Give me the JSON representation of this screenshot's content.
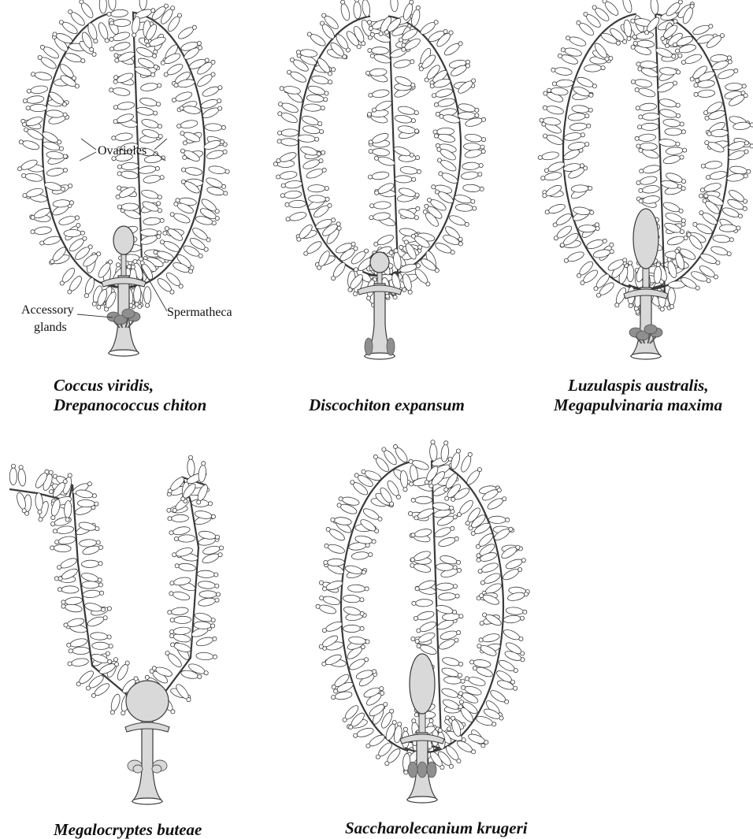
{
  "colors": {
    "background": "#ffffff",
    "outline": "#3a3a3a",
    "ovariole_fill": "#ffffff",
    "duct_fill": "#d9d9d9",
    "gland_fill": "#8f8f8f"
  },
  "labels": {
    "ovarioles": "Ovarioles",
    "accessory_glands": "Accessory\nglands",
    "spermatheca": "Spermatheca"
  },
  "panels": [
    {
      "name": "coccus-viridis",
      "caption": [
        "Coccus viridis,",
        "Drepanococcus chiton"
      ],
      "shape": "oval",
      "spermatheca": "medium",
      "glands": "mushroom-cluster"
    },
    {
      "name": "discochiton-expansum",
      "caption": [
        "Discochiton expansum"
      ],
      "shape": "oval",
      "spermatheca": "small-round",
      "glands": "basal-lateral-pair"
    },
    {
      "name": "luzulaspis-australis",
      "caption": [
        "Luzulaspis australis,",
        "Megapulvinaria maxima"
      ],
      "shape": "oval",
      "spermatheca": "large-elongate",
      "glands": "mushroom-cluster"
    },
    {
      "name": "megalocryptes-buteae",
      "caption": [
        "Megalocryptes buteae"
      ],
      "shape": "u-open",
      "spermatheca": "large-round",
      "glands": "lateral-pair"
    },
    {
      "name": "saccharolecanium-krugeri",
      "caption": [
        "Saccharolecanium krugeri"
      ],
      "shape": "oval",
      "spermatheca": "large-elongate",
      "glands": "band-cluster"
    }
  ]
}
